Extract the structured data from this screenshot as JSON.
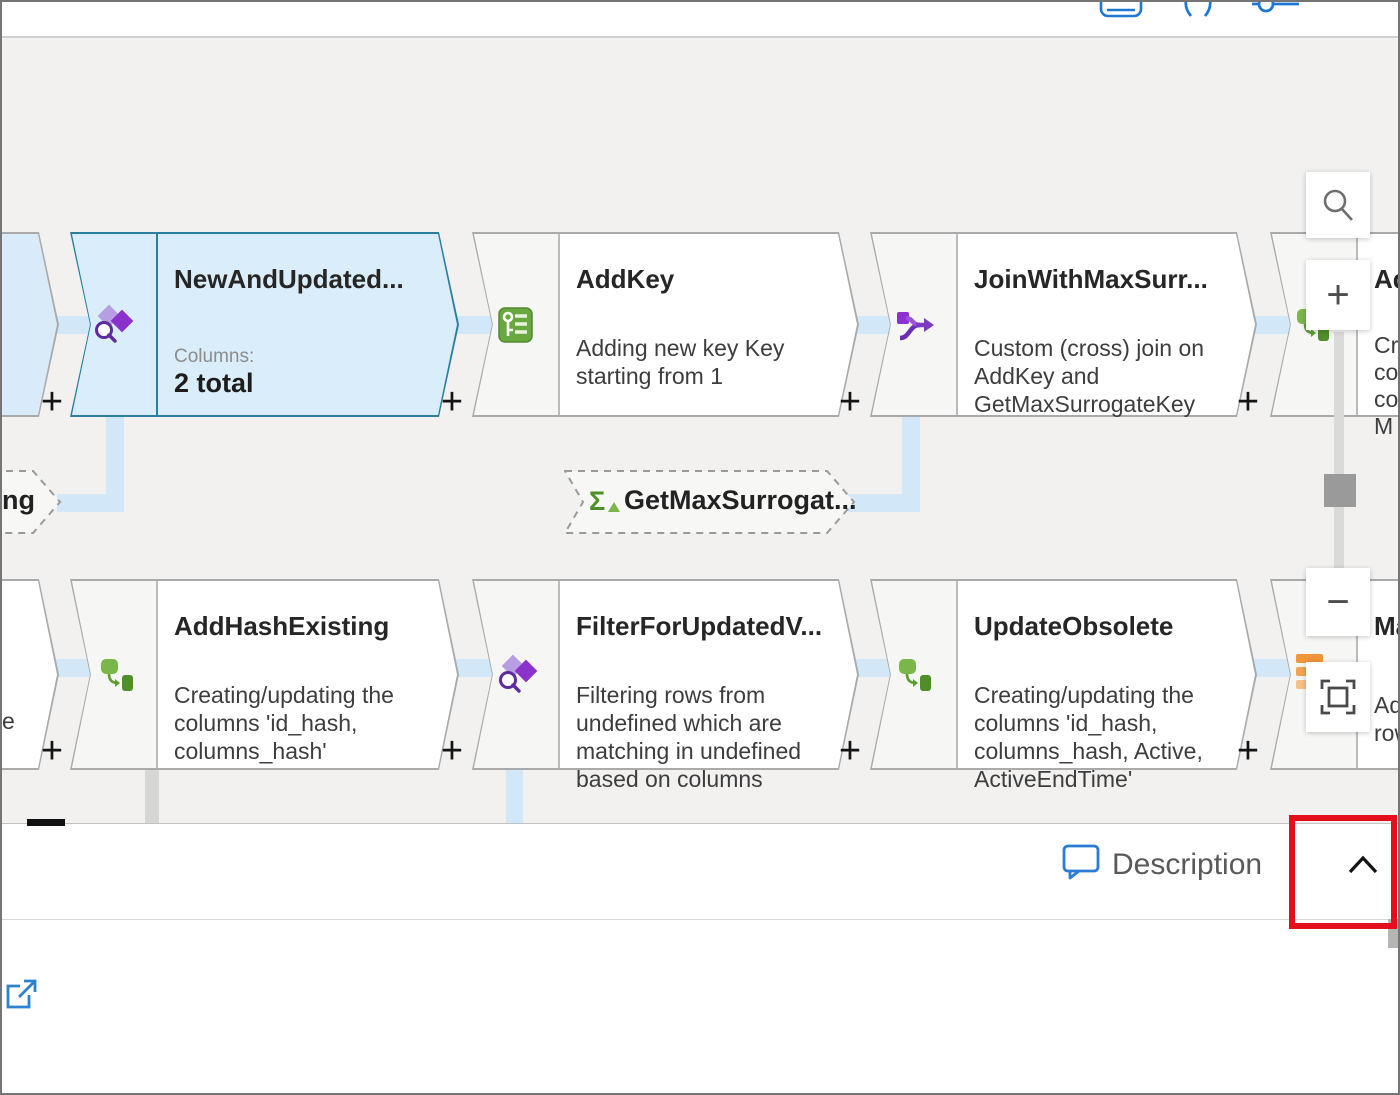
{
  "topbar": {
    "icons": [
      "card-icon",
      "parentheses-icon",
      "toggle-slider-icon"
    ]
  },
  "glyphs": {
    "plus": "+",
    "minus": "−",
    "sigma": "Σ"
  },
  "nodes": {
    "new_and_updated": {
      "title": "NewAndUpdated...",
      "columns_label": "Columns:",
      "columns_value": "2 total"
    },
    "add_key": {
      "title": "AddKey",
      "desc": [
        "Adding new key Key",
        "starting from 1"
      ]
    },
    "join_with_max": {
      "title": "JoinWithMaxSurr...",
      "desc": [
        "Custom (cross) join on",
        "AddKey and",
        "GetMaxSurrogateKey"
      ]
    },
    "right_top": {
      "title": "Ad",
      "desc": [
        "Cre",
        "col",
        "col",
        "M"
      ]
    },
    "left_ref": {
      "title": "ng"
    },
    "get_max": {
      "title": "GetMaxSurrogat..."
    },
    "left_partial_row2": {
      "fragment": "e"
    },
    "add_hash": {
      "title": "AddHashExisting",
      "desc": [
        "Creating/updating the",
        "columns 'id_hash,",
        "columns_hash'"
      ]
    },
    "filter_updated": {
      "title": "FilterForUpdatedV...",
      "desc": [
        "Filtering rows from",
        "undefined which are",
        "matching in undefined",
        "based on columns"
      ]
    },
    "update_obsolete": {
      "title": "UpdateObsolete",
      "desc": [
        "Creating/updating the",
        "columns 'id_hash,",
        "columns_hash, Active,",
        "ActiveEndTime'"
      ]
    },
    "right_bottom": {
      "title": "Ma",
      "desc": [
        "Ad",
        "row"
      ]
    }
  },
  "bottom_panel": {
    "description_label": "Description"
  },
  "colors": {
    "selected_fill": "#d9edfa",
    "selected_border": "#2a7f9f",
    "connector_blue": "#d2e7f8",
    "accent_blue": "#2b7cd3",
    "annotation_red": "#e30f1b",
    "canvas_bg": "#f2f1f0"
  }
}
